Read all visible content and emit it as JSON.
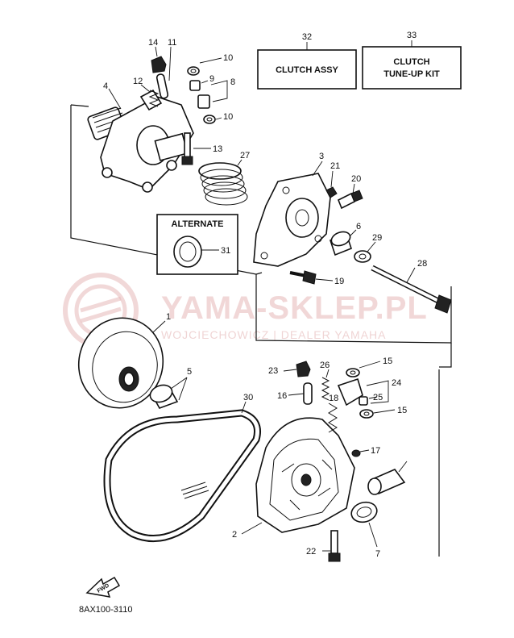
{
  "callouts": {
    "p1": "1",
    "p2": "2",
    "p3": "3",
    "p4": "4",
    "p5": "5",
    "p6": "6",
    "p7": "7",
    "p8": "8",
    "p9": "9",
    "p10a": "10",
    "p10b": "10",
    "p11": "11",
    "p12": "12",
    "p13": "13",
    "p14": "14",
    "p15a": "15",
    "p15b": "15",
    "p16": "16",
    "p17": "17",
    "p18": "18",
    "p19": "19",
    "p20": "20",
    "p21": "21",
    "p22": "22",
    "p23": "23",
    "p24": "24",
    "p25": "25",
    "p26": "26",
    "p27": "27",
    "p28": "28",
    "p29": "29",
    "p30": "30",
    "p31": "31",
    "p32": "32",
    "p33": "33"
  },
  "boxes": {
    "clutch_assy": "CLUTCH ASSY",
    "tune_up_line1": "CLUTCH",
    "tune_up_line2": "TUNE-UP KIT",
    "alternate": "ALTERNATE"
  },
  "fwd_label": "FWD",
  "diagram_code": "8AX100-3110",
  "watermark": {
    "main": "YAMA-SKLEP.PL",
    "sub": "WOJCIECHOWICZ | DEALER YAMAHA"
  }
}
